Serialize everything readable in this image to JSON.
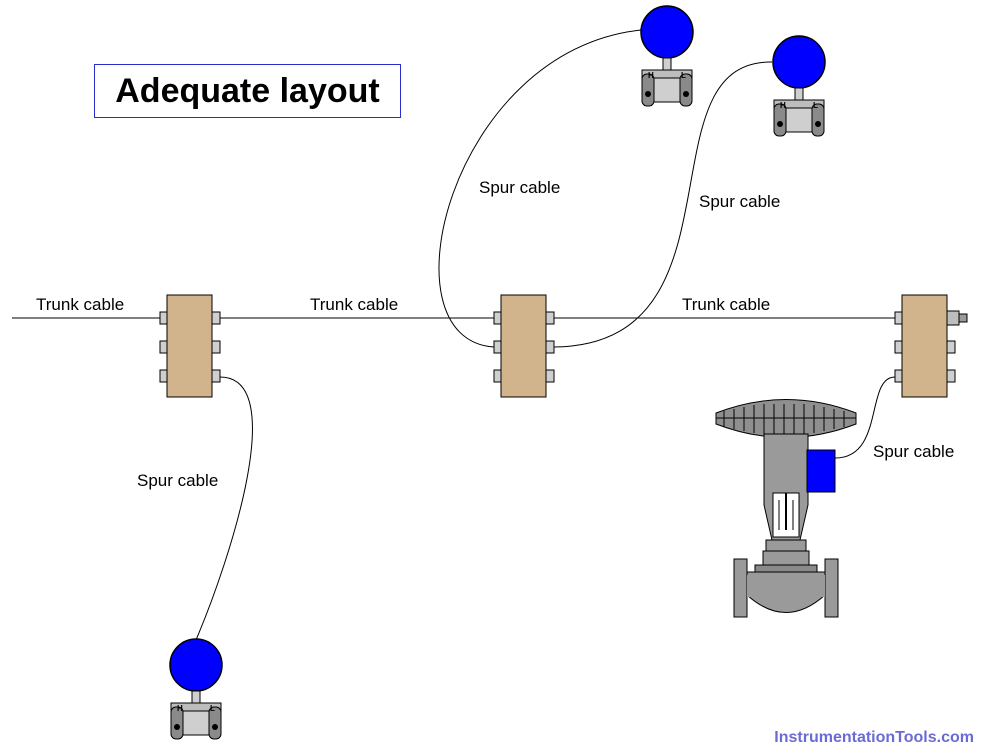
{
  "title": "Adequate layout",
  "labels": {
    "trunk_left": "Trunk cable",
    "trunk_middle": "Trunk cable",
    "trunk_right": "Trunk cable",
    "spur_top_left": "Spur cable",
    "spur_top_right": "Spur cable",
    "spur_bottom_left": "Spur cable",
    "spur_valve": "Spur cable"
  },
  "transmitter_ports": {
    "high": "H",
    "low": "L"
  },
  "watermark": "InstrumentationTools.com",
  "colors": {
    "junction_box": "#d2b48c",
    "transmitter_head": "#0000ff",
    "valve_positioner": "#0000ff",
    "body_gray": "#9a9a9a",
    "watermark": "#6b6bd6",
    "title_border": "#2b2bd0"
  }
}
